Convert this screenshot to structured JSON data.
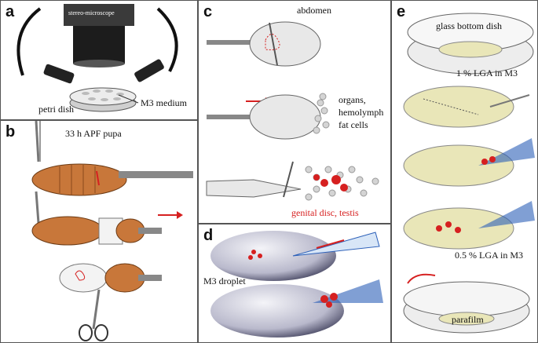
{
  "panels": {
    "a": {
      "label": "a",
      "microscope_label": "stereo-microscope",
      "dish_label": "petri dish",
      "medium_label": "M3 medium"
    },
    "b": {
      "label": "b",
      "pupa_label": "33 h APF pupa"
    },
    "c": {
      "label": "c",
      "abdomen_label": "abdomen",
      "organs_label": "organs,",
      "hemolymph_label": "hemolymph",
      "fat_cells_label": "fat cells",
      "genital_label": "genital disc, testis"
    },
    "d": {
      "label": "d",
      "droplet_label": "M3 droplet"
    },
    "e": {
      "label": "e",
      "dish_label": "glass bottom dish",
      "lga1_label": "1 % LGA in M3",
      "lga05_label": "0.5 % LGA in M3",
      "parafilm_label": "parafilm"
    }
  },
  "colors": {
    "red": "#d62020",
    "pupa": "#c8773a",
    "blue": "#2b5fb8",
    "gel": "#e9e6b8"
  }
}
